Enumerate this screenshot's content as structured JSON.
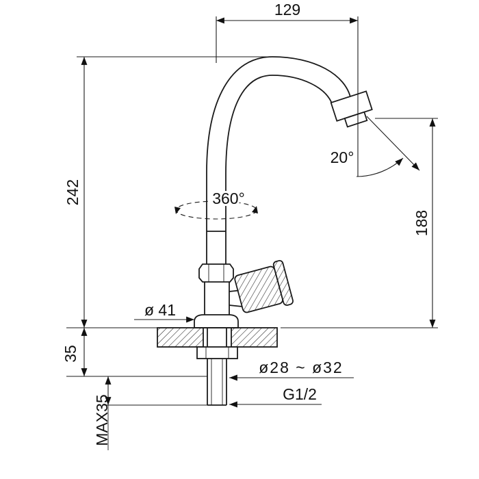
{
  "labels": {
    "reach": "129",
    "total_height": "242",
    "spout_angle": "20°",
    "swivel_angle": "360°",
    "spout_height": "188",
    "flange_diameter": "ø 41",
    "flange_height": "35",
    "hole_diameter": "ø28 ~ ø32",
    "thread_size": "G1/2",
    "max_deck_thickness": "MAX35"
  }
}
